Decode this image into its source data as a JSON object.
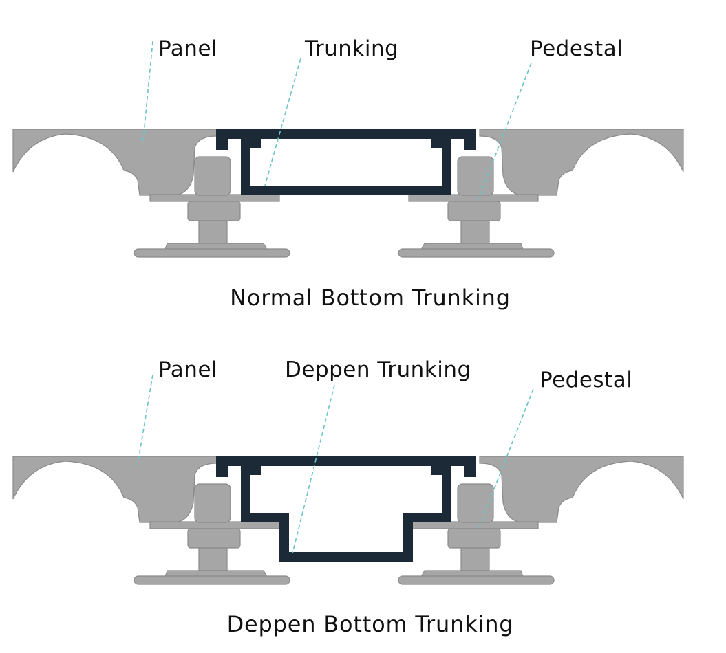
{
  "diagrams": [
    {
      "labels": {
        "panel": "Panel",
        "trunking": "Trunking",
        "pedestal": "Pedestal"
      },
      "caption": "Normal Bottom Trunking"
    },
    {
      "labels": {
        "panel": "Panel",
        "trunking": "Deppen Trunking",
        "pedestal": "Pedestal"
      },
      "caption": "Deppen Bottom Trunking"
    }
  ],
  "colors": {
    "panel": "#a6a6a6",
    "trunking": "#1c2a37",
    "leader": "#6cc3c8"
  }
}
